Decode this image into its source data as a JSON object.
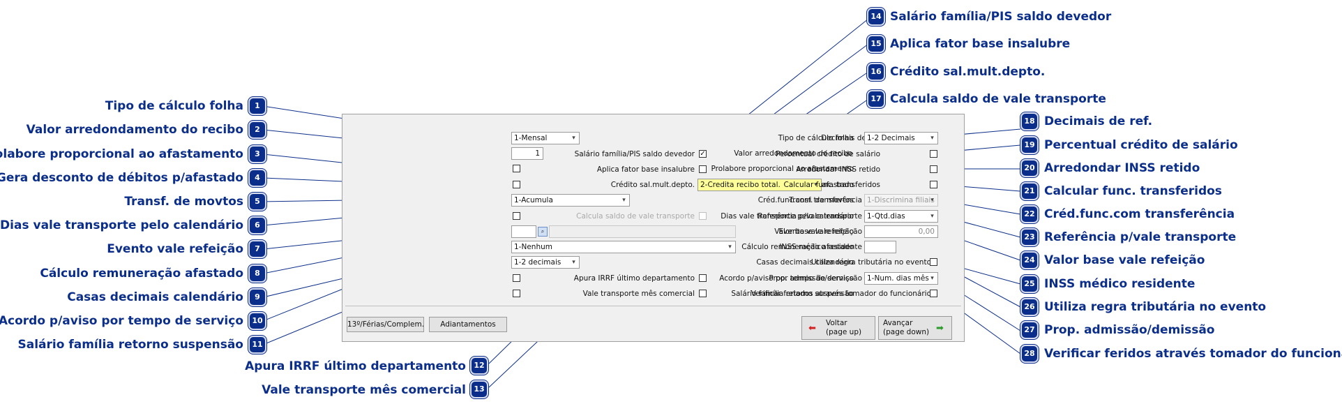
{
  "form": {
    "tipo_calculo_label": "Tipo de cálculo folha",
    "tipo_calculo_value": "1-Mensal",
    "valor_arredondamento_label": "Valor arredondamento do recibo",
    "valor_arredondamento_value": "1",
    "prolabore_label": "Prolabore proporcional ao afastamento",
    "gera_desconto_label": "Gera desconto de débitos p/afastado",
    "transf_movtos_label": "Transf. de movtos",
    "transf_movtos_value": "1-Acumula",
    "dias_vale_label": "Dias vale transporte pelo calendário",
    "evento_vale_label": "Evento vale refeição",
    "calculo_remun_label": "Cálculo remuneração afastado",
    "calculo_remun_value": "1-Nenhum",
    "casas_decimais_label": "Casas decimais calendário",
    "casas_decimais_value": "1-2 decimais",
    "acordo_aviso_label": "Acordo p/aviso por tempo de serviço",
    "salario_familia_susp_label": "Salário família retorno suspensão",
    "salario_familia_pis_label": "Salário família/PIS saldo devedor",
    "aplica_fator_label": "Aplica fator base insalubre",
    "credito_sal_label": "Crédito sal.mult.depto.",
    "credito_sal_value": "2-Credita recibo total.",
    "calcula_saldo_vale_label": "Calcula saldo de vale transporte",
    "apura_irrf_label": "Apura IRRF último departamento",
    "vale_transporte_comercial_label": "Vale transporte mês comercial",
    "decimais_ref_label": "Decimais de ref.",
    "decimais_ref_value": "1-2 Decimais",
    "percentual_credito_label": "Percentual crédito de salário",
    "arredondar_inss_label": "Arredondar INSS retido",
    "calcular_func_label": "Calcular func. transferidos",
    "cred_func_label": "Créd.func.com transferência",
    "cred_func_value": "1-Discrimina filiais",
    "referencia_vale_label": "Referência p/vale transporte",
    "referencia_vale_value": "1-Qtd.dias",
    "valor_base_vale_label": "Valor base vale refeição",
    "valor_base_vale_value": "0,00",
    "inss_medico_label": "INSS médico residente",
    "utiliza_regra_label": "Utiliza regra tributária no evento",
    "prop_admissao_label": "Prop. admissão/demissão",
    "prop_admissao_value": "1-Num. dias mês",
    "verificar_feriados_label": "Verificar feriados através tomador do funcionário",
    "btn_13ferias": "13º/Férias/Complem.",
    "btn_adiantamentos": "Adiantamentos",
    "btn_voltar_line1": "Voltar",
    "btn_voltar_line2": "(page up)",
    "btn_avancar_line1": "Avançar",
    "btn_avancar_line2": "(page down)",
    "checkmark": "✓"
  },
  "annotations": [
    {
      "num": "1",
      "label": "Tipo de cálculo folha"
    },
    {
      "num": "2",
      "label": "Valor arredondamento do recibo"
    },
    {
      "num": "3",
      "label": "Prolabore proporcional ao afastamento"
    },
    {
      "num": "4",
      "label": "Gera desconto de débitos p/afastado"
    },
    {
      "num": "5",
      "label": "Transf. de movtos"
    },
    {
      "num": "6",
      "label": "Dias vale transporte pelo calendário"
    },
    {
      "num": "7",
      "label": "Evento vale refeição"
    },
    {
      "num": "8",
      "label": "Cálculo remuneração afastado"
    },
    {
      "num": "9",
      "label": "Casas decimais calendário"
    },
    {
      "num": "10",
      "label": "Acordo p/aviso por tempo de serviço"
    },
    {
      "num": "11",
      "label": "Salário família retorno suspensão"
    },
    {
      "num": "12",
      "label": "Apura IRRF último departamento"
    },
    {
      "num": "13",
      "label": "Vale transporte mês comercial"
    },
    {
      "num": "14",
      "label": "Salário família/PIS saldo devedor"
    },
    {
      "num": "15",
      "label": "Aplica fator base insalubre"
    },
    {
      "num": "16",
      "label": "Crédito sal.mult.depto."
    },
    {
      "num": "17",
      "label": "Calcula saldo de vale transporte"
    },
    {
      "num": "18",
      "label": "Decimais de ref."
    },
    {
      "num": "19",
      "label": "Percentual crédito de salário"
    },
    {
      "num": "20",
      "label": "Arredondar INSS retido"
    },
    {
      "num": "21",
      "label": "Calcular func. transferidos"
    },
    {
      "num": "22",
      "label": "Créd.func.com transferência"
    },
    {
      "num": "23",
      "label": "Referência p/vale transporte"
    },
    {
      "num": "24",
      "label": "Valor base vale refeição"
    },
    {
      "num": "25",
      "label": "INSS médico residente"
    },
    {
      "num": "26",
      "label": "Utiliza regra tributária no evento"
    },
    {
      "num": "27",
      "label": "Prop. admissão/demissão"
    },
    {
      "num": "28",
      "label": "Verificar feridos através tomador do funcionário"
    }
  ],
  "colors": {
    "annotation_blue": "#0b2e8a",
    "panel_bg": "#f0f0f0",
    "highlight_yellow": "#ffff99"
  }
}
